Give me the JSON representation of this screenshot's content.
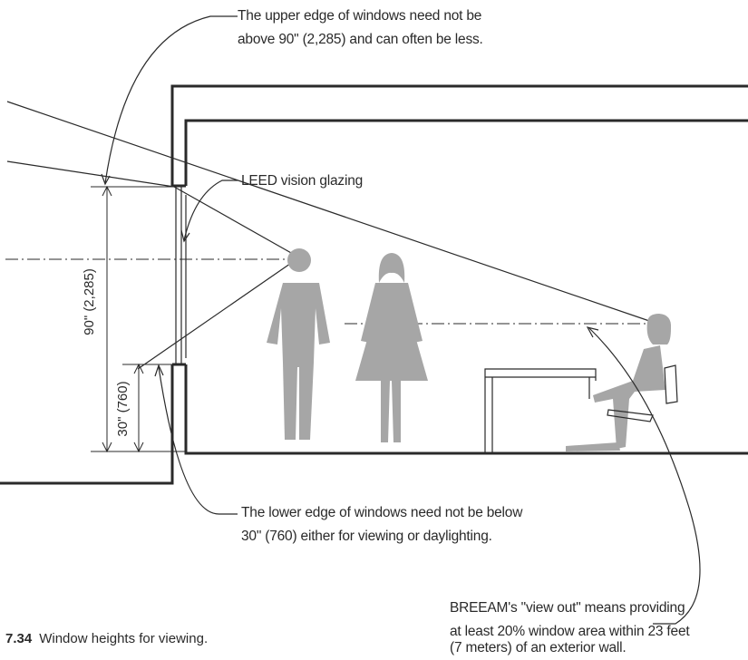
{
  "annotations": {
    "upper_edge": [
      "The upper edge of windows need not be",
      "above 90\" (2,285) and can often be less."
    ],
    "vision_glazing": "LEED vision glazing",
    "lower_edge": [
      "The lower edge of windows need not be below",
      "30\" (760) either for viewing or daylighting."
    ],
    "breeam": [
      "BREEAM's \"view out\" means providing",
      "at least 20% window area within 23 feet",
      "(7 meters) of an exterior wall."
    ]
  },
  "dimensions": {
    "height_90": "90\" (2,285)",
    "height_30": "30\" (760)"
  },
  "caption": {
    "number": "7.34",
    "text": "Window heights for viewing."
  },
  "colors": {
    "line": "#2a2a2a",
    "figure": "#a6a6a6"
  }
}
